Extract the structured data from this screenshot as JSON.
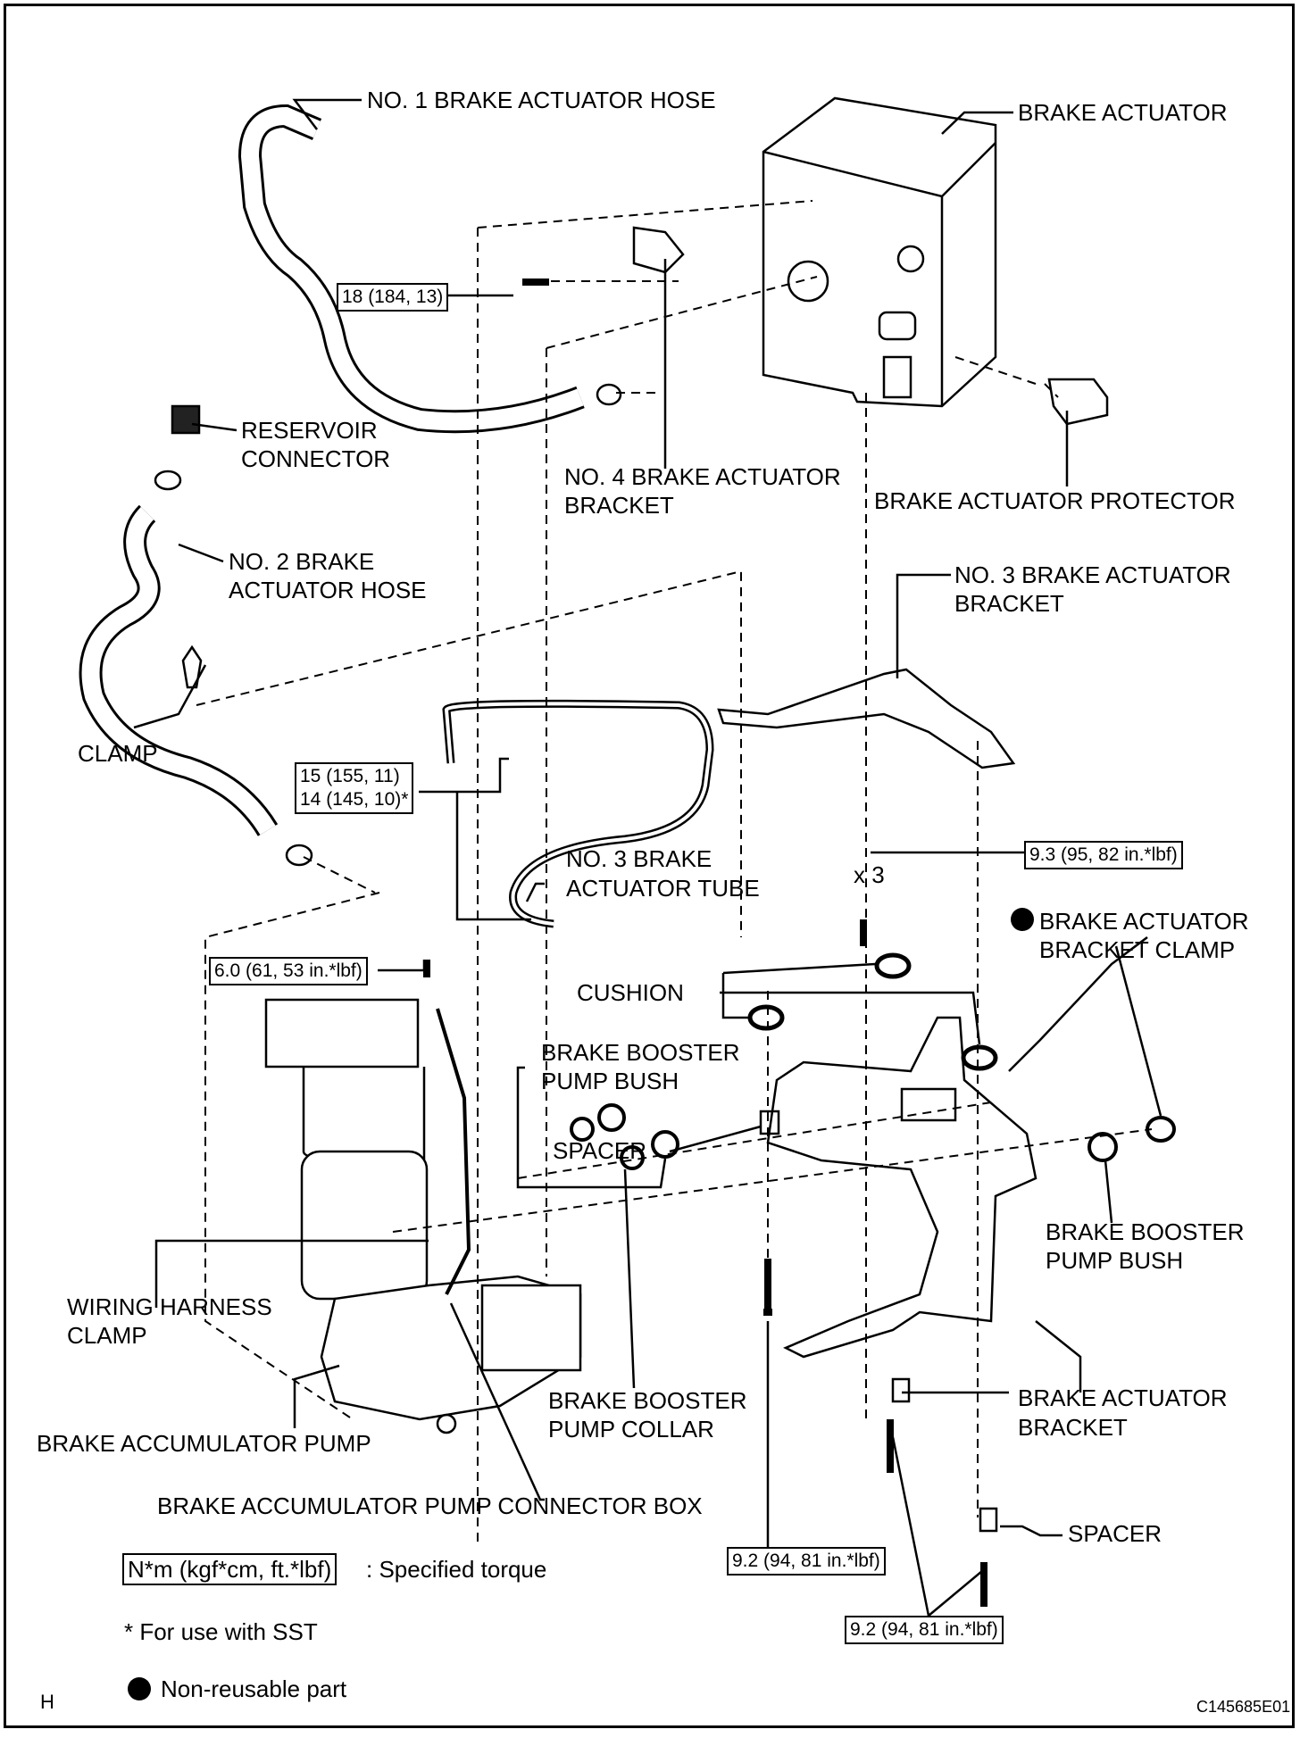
{
  "labels": {
    "no1_hose": "NO. 1 BRAKE ACTUATOR HOSE",
    "brake_actuator": "BRAKE ACTUATOR",
    "reservoir_connector_1": "RESERVOIR",
    "reservoir_connector_2": "CONNECTOR",
    "no4_bracket_1": "NO. 4 BRAKE ACTUATOR",
    "no4_bracket_2": "BRACKET",
    "protector": "BRAKE ACTUATOR PROTECTOR",
    "no2_hose_1": "NO. 2 BRAKE",
    "no2_hose_2": "ACTUATOR HOSE",
    "no3_bracket_1": "NO. 3 BRAKE ACTUATOR",
    "no3_bracket_2": "BRACKET",
    "clamp": "CLAMP",
    "no3_tube_1": "NO. 3 BRAKE",
    "no3_tube_2": "ACTUATOR TUBE",
    "x3": "x 3",
    "bracket_clamp_1": "BRAKE ACTUATOR",
    "bracket_clamp_2": "BRACKET CLAMP",
    "cushion": "CUSHION",
    "pump_bush_left_1": "BRAKE BOOSTER",
    "pump_bush_left_2": "PUMP BUSH",
    "spacer_1": "SPACER",
    "pump_bush_right_1": "BRAKE BOOSTER",
    "pump_bush_right_2": "PUMP BUSH",
    "harness_clamp_1": "WIRING HARNESS",
    "harness_clamp_2": "CLAMP",
    "pump_collar_1": "BRAKE BOOSTER",
    "pump_collar_2": "PUMP COLLAR",
    "actuator_bracket_1": "BRAKE ACTUATOR",
    "actuator_bracket_2": "BRACKET",
    "accumulator_pump": "BRAKE ACCUMULATOR PUMP",
    "connector_box": "BRAKE ACCUMULATOR PUMP CONNECTOR BOX",
    "spacer_2": "SPACER"
  },
  "torques": {
    "t18": "18 (184, 13)",
    "t15": "15 (155, 11)",
    "t14": "14 (145, 10)*",
    "t93": "9.3 (95, 82 in.*lbf)",
    "t60": "6.0 (61, 53 in.*lbf)",
    "t92a": "9.2 (94, 81 in.*lbf)",
    "t92b": "9.2 (94, 81 in.*lbf)"
  },
  "legend": {
    "torque_box": "N*m (kgf*cm, ft.*lbf)",
    "torque_desc": ": Specified torque",
    "sst": "* For use with SST",
    "nonreusable": "Non-reusable part"
  },
  "corner_letter": "H",
  "figure_code": "C145685E01",
  "colors": {
    "ink": "#000000",
    "paper": "#ffffff"
  }
}
